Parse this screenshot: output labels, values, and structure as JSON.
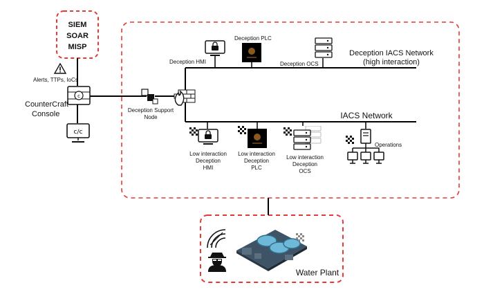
{
  "colors": {
    "dashed": "#e53935",
    "line": "#000000",
    "plc": "#5a3a14"
  },
  "siem": {
    "line1": "SIEM",
    "line2": "SOAR",
    "line3": "MISP"
  },
  "alerts": "Alerts, TTPs, IoCs",
  "console": {
    "line1": "CounterCraft",
    "line2": "Console"
  },
  "support": {
    "line1": "Deception Support",
    "line2": "Node"
  },
  "high": {
    "hmi": "Deception HMI",
    "plc": "Deception PLC",
    "ocs": "Deception OCS",
    "network_line1": "Deception IACS Network",
    "network_line2": "(high interaction)"
  },
  "iacs": {
    "network": "IACS Network"
  },
  "low": {
    "hmi": [
      "Low interaction",
      "Deception",
      "HMI"
    ],
    "plc": [
      "Low interaction",
      "Deception",
      "PLC"
    ],
    "ocs": [
      "Low interaction",
      "Deception",
      "OCS"
    ],
    "ops": "Operations"
  },
  "plant": {
    "label": "Water Plant"
  },
  "icons": [
    "warning-icon",
    "console-icon",
    "monitor-icon",
    "router-icon",
    "firewall-icon",
    "hmi-lock-icon",
    "plc-icon",
    "server-rack-icon",
    "decoy-pattern-icon",
    "operations-network-icon",
    "radar-icon",
    "hacker-icon",
    "water-plant-icon"
  ]
}
